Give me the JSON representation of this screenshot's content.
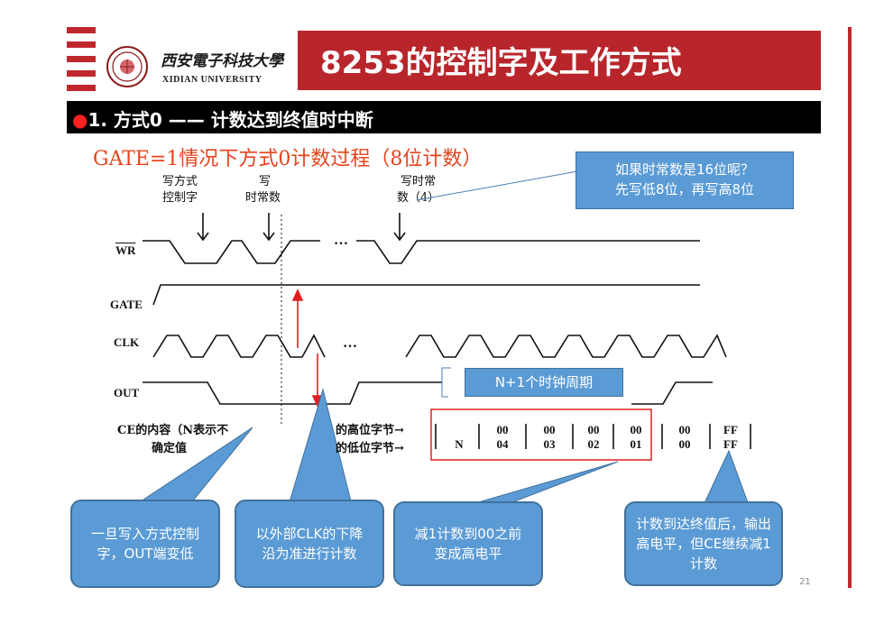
{
  "header": {
    "title": "8253的控制字及工作方式",
    "university_cn": "西安電子科技大學",
    "university_en": "XIDIAN UNIVERSITY",
    "accent_color": "#c0272d"
  },
  "section": {
    "heading": "1. 方式0 —— 计数达到终值时中断"
  },
  "subtitle": "GATE=1情况下方式0计数过程（8位计数）",
  "top_labels": {
    "write_mode_1": "写方式",
    "write_mode_2": "控制字",
    "write_const_1": "写",
    "write_const_2": "时常数",
    "write_const4_1": "写时常",
    "write_const4_2": "数（4）"
  },
  "note_16bit": {
    "line1": "如果时常数是16位呢？",
    "line2": "先写低8位，再写高8位"
  },
  "signals": {
    "wr": "WR",
    "gate": "GATE",
    "clk": "CLK",
    "out": "OUT",
    "ellipsis": "…"
  },
  "clock_period_label": "N+1个时钟周期",
  "ce_label": {
    "line1": "CE的内容（N表示不",
    "line2": "确定值",
    "high_byte": "的高位字节→",
    "low_byte": "的低位字节→"
  },
  "ce_cells": [
    {
      "top": "",
      "bottom": "N"
    },
    {
      "top": "00",
      "bottom": "04"
    },
    {
      "top": "00",
      "bottom": "03"
    },
    {
      "top": "00",
      "bottom": "02"
    },
    {
      "top": "00",
      "bottom": "01"
    },
    {
      "top": "00",
      "bottom": "00"
    },
    {
      "top": "FF",
      "bottom": "FF"
    }
  ],
  "callouts": {
    "c1": "一旦写入方式控制字，OUT端变低",
    "c2": "以外部CLK的下降沿为准进行计数",
    "c3": "减1计数到00之前变成高电平",
    "c4": "计数到达终值后，输出高电平，但CE继续减1计数"
  },
  "page_number": "21"
}
